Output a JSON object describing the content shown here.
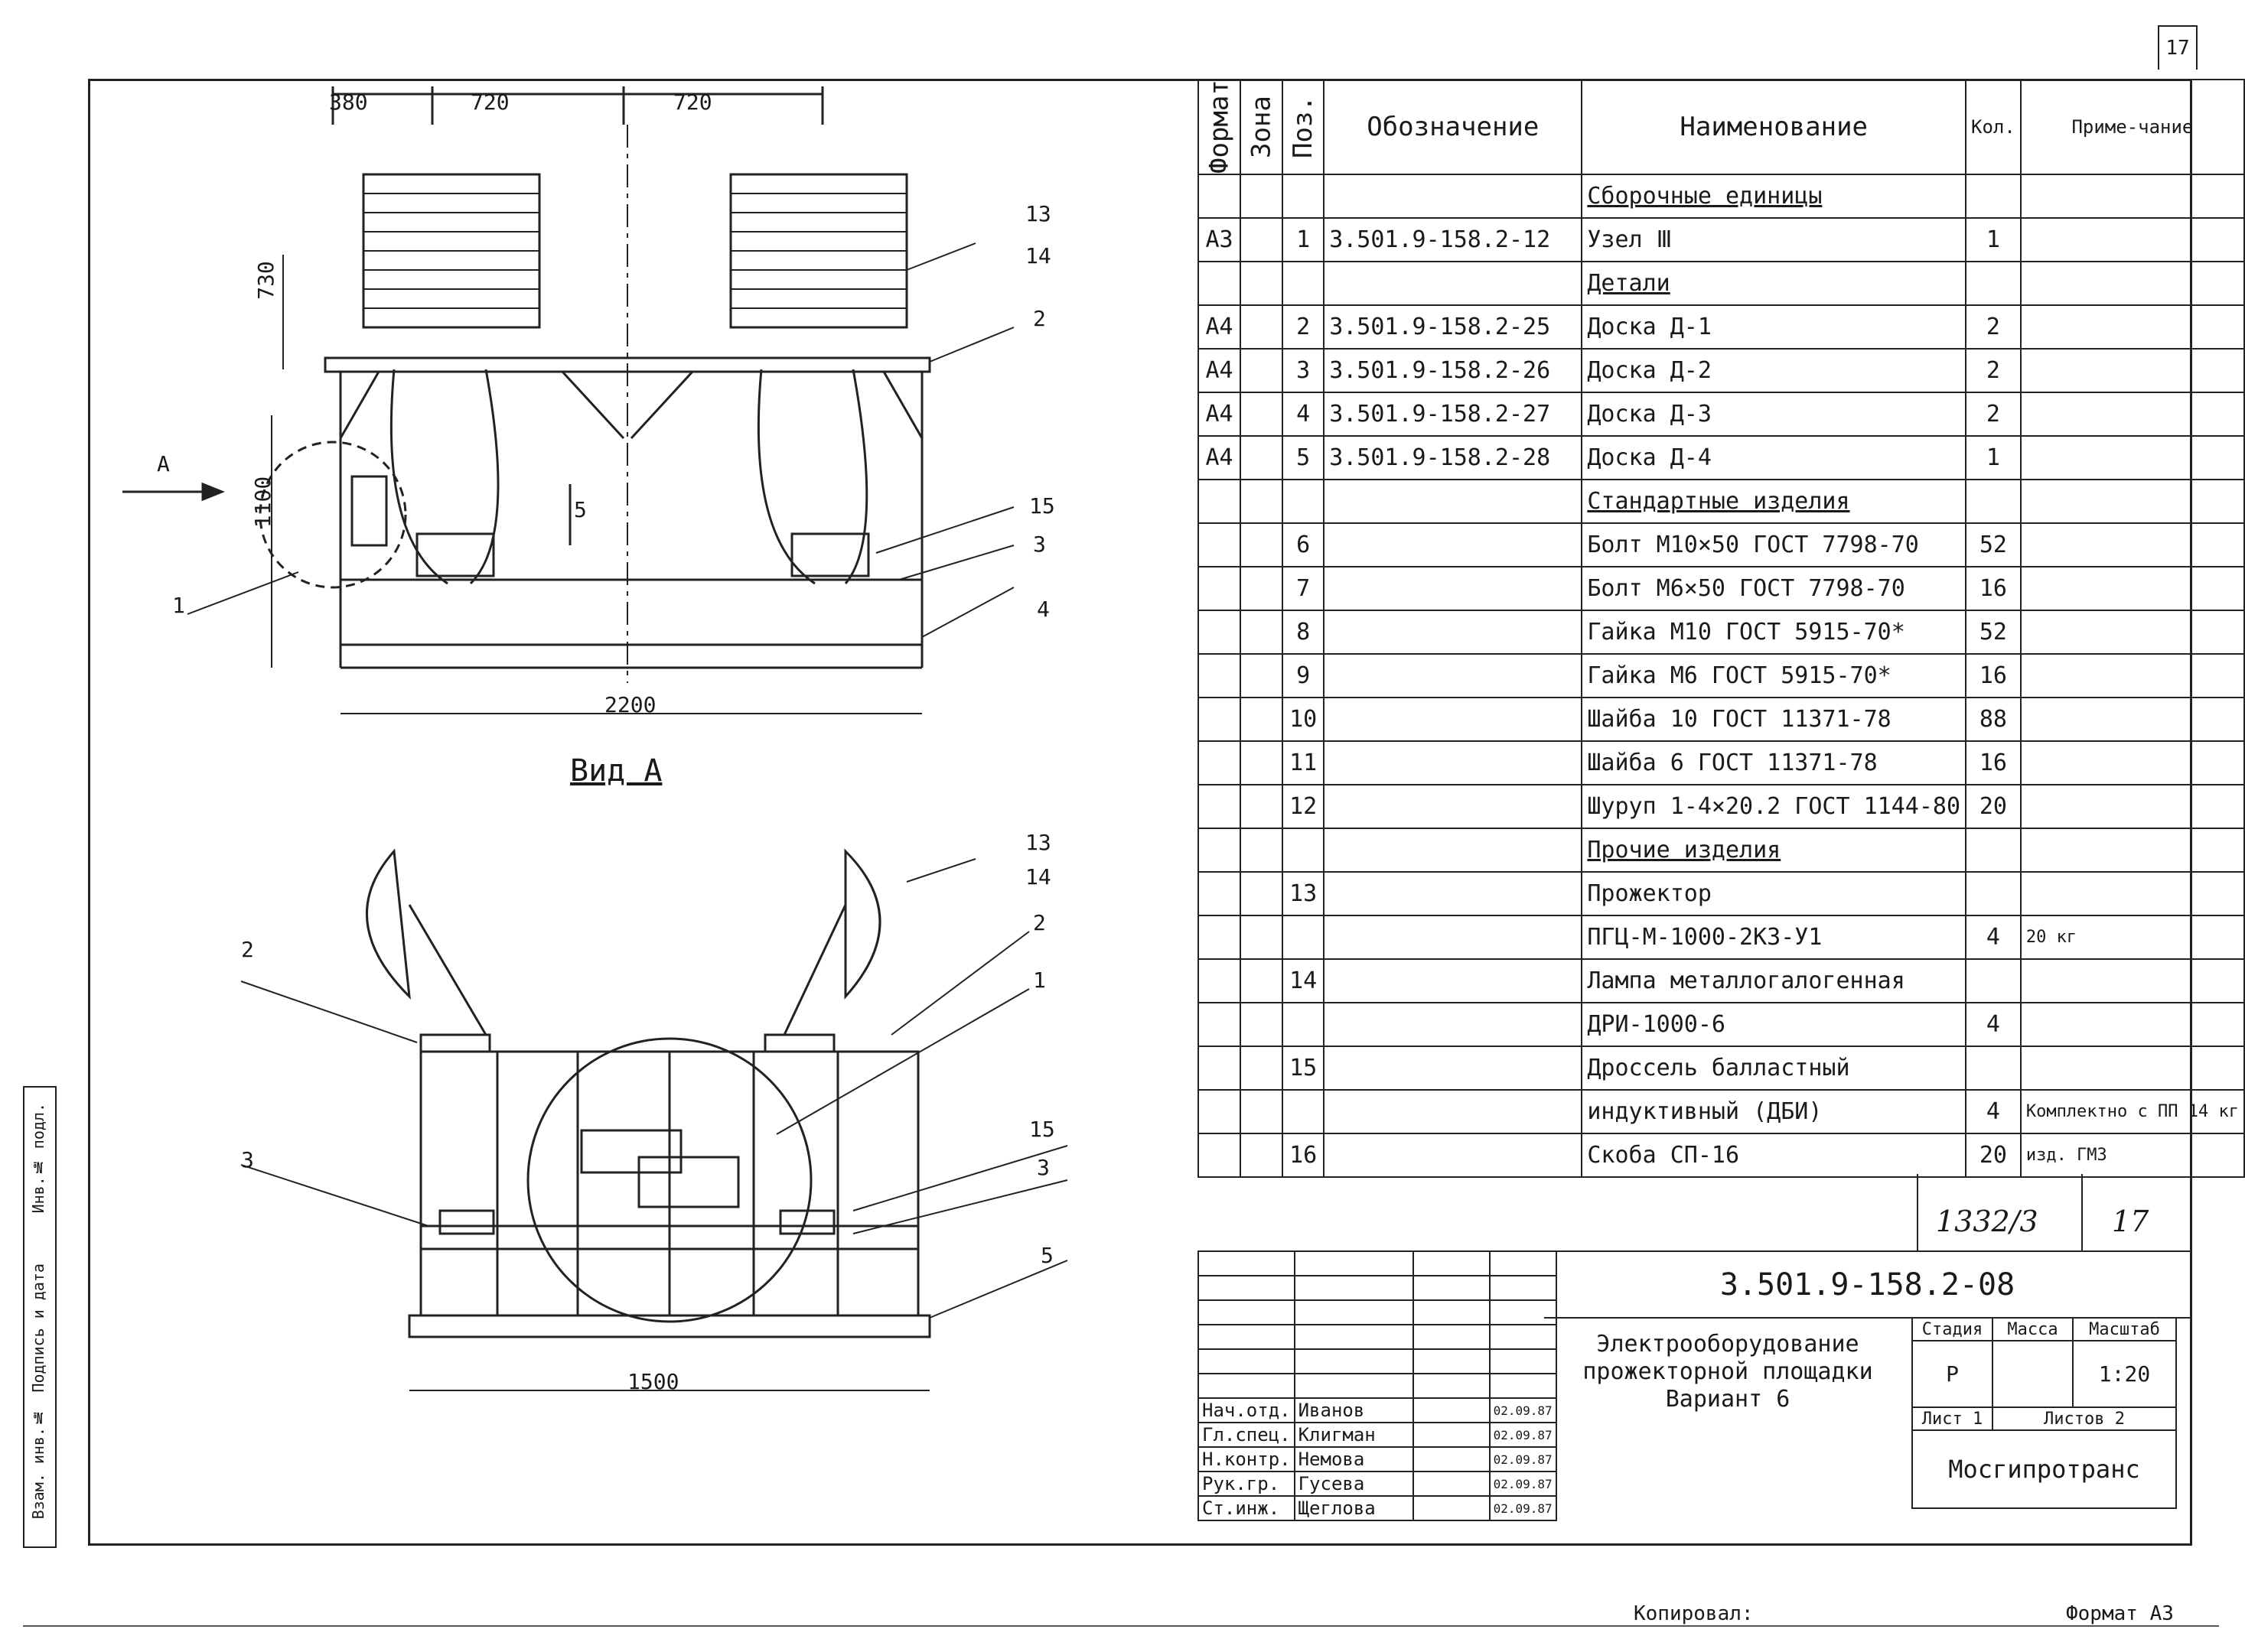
{
  "sheet_number": "17",
  "spec_table": {
    "headers": [
      "Формат",
      "Зона",
      "Поз.",
      "Обозначение",
      "Наименование",
      "Кол.",
      "Приме-чание"
    ],
    "rows": [
      {
        "fmt": "",
        "zone": "",
        "pos": "",
        "des": "",
        "name": "Сборочные единицы",
        "qty": "",
        "note": "",
        "section": true
      },
      {
        "fmt": "А3",
        "zone": "",
        "pos": "1",
        "des": "3.501.9-158.2-12",
        "name": "Узел Ⅲ",
        "qty": "1",
        "note": ""
      },
      {
        "fmt": "",
        "zone": "",
        "pos": "",
        "des": "",
        "name": "Детали",
        "qty": "",
        "note": "",
        "section": true
      },
      {
        "fmt": "А4",
        "zone": "",
        "pos": "2",
        "des": "3.501.9-158.2-25",
        "name": "Доска Д-1",
        "qty": "2",
        "note": ""
      },
      {
        "fmt": "А4",
        "zone": "",
        "pos": "3",
        "des": "3.501.9-158.2-26",
        "name": "Доска Д-2",
        "qty": "2",
        "note": ""
      },
      {
        "fmt": "А4",
        "zone": "",
        "pos": "4",
        "des": "3.501.9-158.2-27",
        "name": "Доска Д-3",
        "qty": "2",
        "note": ""
      },
      {
        "fmt": "А4",
        "zone": "",
        "pos": "5",
        "des": "3.501.9-158.2-28",
        "name": "Доска Д-4",
        "qty": "1",
        "note": ""
      },
      {
        "fmt": "",
        "zone": "",
        "pos": "",
        "des": "",
        "name": "Стандартные изделия",
        "qty": "",
        "note": "",
        "section": true
      },
      {
        "fmt": "",
        "zone": "",
        "pos": "6",
        "des": "",
        "name": "Болт М10×50 ГОСТ 7798-70",
        "qty": "52",
        "note": ""
      },
      {
        "fmt": "",
        "zone": "",
        "pos": "7",
        "des": "",
        "name": "Болт М6×50 ГОСТ 7798-70",
        "qty": "16",
        "note": ""
      },
      {
        "fmt": "",
        "zone": "",
        "pos": "8",
        "des": "",
        "name": "Гайка М10 ГОСТ 5915-70*",
        "qty": "52",
        "note": ""
      },
      {
        "fmt": "",
        "zone": "",
        "pos": "9",
        "des": "",
        "name": "Гайка М6 ГОСТ 5915-70*",
        "qty": "16",
        "note": ""
      },
      {
        "fmt": "",
        "zone": "",
        "pos": "10",
        "des": "",
        "name": "Шайба 10 ГОСТ 11371-78",
        "qty": "88",
        "note": ""
      },
      {
        "fmt": "",
        "zone": "",
        "pos": "11",
        "des": "",
        "name": "Шайба 6 ГОСТ 11371-78",
        "qty": "16",
        "note": ""
      },
      {
        "fmt": "",
        "zone": "",
        "pos": "12",
        "des": "",
        "name": "Шуруп 1-4×20.2 ГОСТ 1144-80",
        "qty": "20",
        "note": ""
      },
      {
        "fmt": "",
        "zone": "",
        "pos": "",
        "des": "",
        "name": "Прочие изделия",
        "qty": "",
        "note": "",
        "section": true
      },
      {
        "fmt": "",
        "zone": "",
        "pos": "13",
        "des": "",
        "name": "Прожектор",
        "qty": "",
        "note": ""
      },
      {
        "fmt": "",
        "zone": "",
        "pos": "",
        "des": "",
        "name": "ПГЦ-М-1000-2К3-У1",
        "qty": "4",
        "note": "20 кг"
      },
      {
        "fmt": "",
        "zone": "",
        "pos": "14",
        "des": "",
        "name": "Лампа металлогалогенная",
        "qty": "",
        "note": ""
      },
      {
        "fmt": "",
        "zone": "",
        "pos": "",
        "des": "",
        "name": "ДРИ-1000-6",
        "qty": "4",
        "note": ""
      },
      {
        "fmt": "",
        "zone": "",
        "pos": "15",
        "des": "",
        "name": "Дроссель балластный",
        "qty": "",
        "note": ""
      },
      {
        "fmt": "",
        "zone": "",
        "pos": "",
        "des": "",
        "name": "индуктивный (ДБИ)",
        "qty": "4",
        "note": "Комплектно с ПП 14 кг"
      },
      {
        "fmt": "",
        "zone": "",
        "pos": "16",
        "des": "",
        "name": "Скоба СП-16",
        "qty": "20",
        "note": "изд. ГМЗ"
      }
    ]
  },
  "handwritten_ref": "1332/3",
  "handwritten_sheet": "17",
  "title_block": {
    "designation": "3.501.9-158.2-08",
    "title_lines": [
      "Электрооборудование",
      "прожекторной площадки",
      "Вариант 6"
    ],
    "stage_label": "Стадия",
    "mass_label": "Масса",
    "scale_label": "Масштаб",
    "stage": "Р",
    "mass": "",
    "scale": "1:20",
    "sheet_label": "Лист 1",
    "sheets_label": "Листов 2",
    "org": "Мосгипротранс",
    "signers": [
      {
        "role": "Нач.отд.",
        "name": "Иванов",
        "date": "02.09.87"
      },
      {
        "role": "Гл.спец.",
        "name": "Клигман",
        "date": "02.09.87"
      },
      {
        "role": "Н.контр.",
        "name": "Немова",
        "date": "02.09.87"
      },
      {
        "role": "Рук.гр.",
        "name": "Гусева",
        "date": "02.09.87"
      },
      {
        "role": "Ст.инж.",
        "name": "Щеглова",
        "date": "02.09.87"
      }
    ]
  },
  "drawing": {
    "view_a_title": "Вид А",
    "arrow_label": "А",
    "section_arrow": "5",
    "dims_top": [
      "380",
      "720",
      "720"
    ],
    "dim_730": "730",
    "dim_1100": "1100",
    "dim_2200": "2200",
    "dim_1500": "1500",
    "callouts_top": [
      "13",
      "14",
      "2",
      "15",
      "3",
      "4",
      "1"
    ],
    "callouts_bottom": [
      "13",
      "14",
      "2",
      "1",
      "2",
      "3",
      "15",
      "3",
      "5"
    ]
  },
  "footer": {
    "copied": "Копировал:",
    "format": "Формат А3"
  },
  "side_stamp": [
    "Инв.№ подл.",
    "Подпись и дата",
    "Взам. инв.№"
  ]
}
